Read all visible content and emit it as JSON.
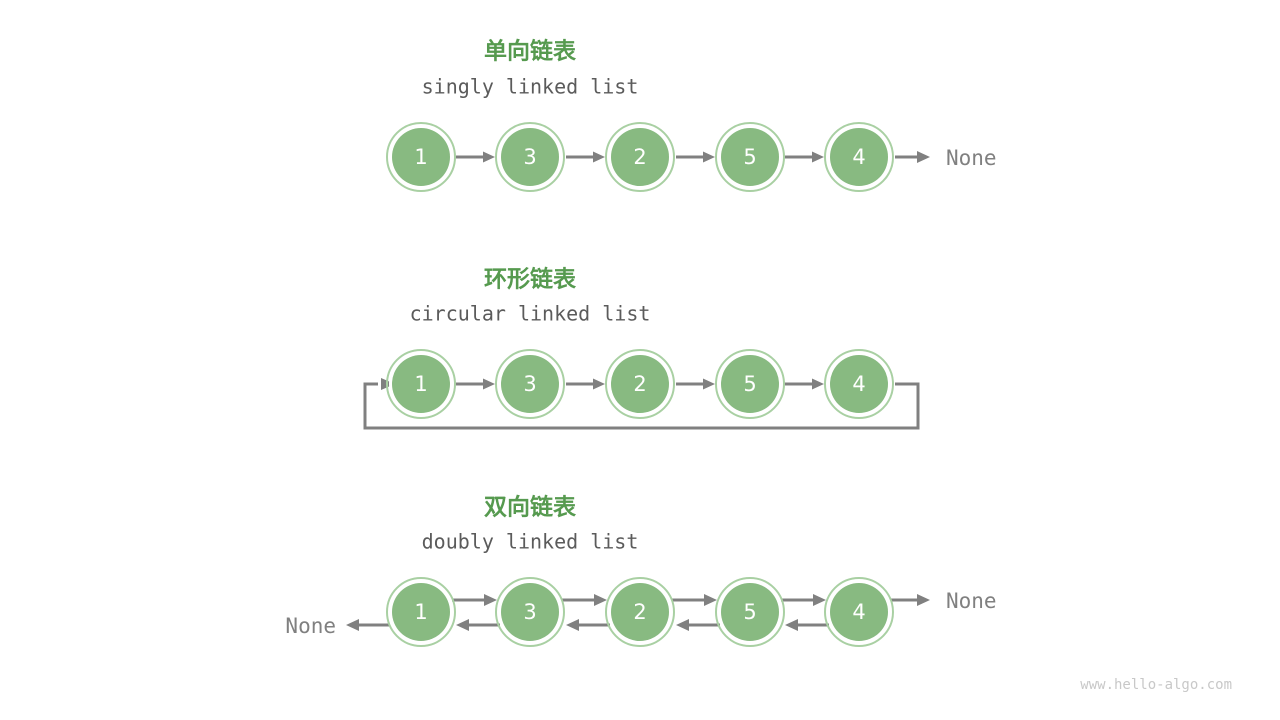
{
  "page": {
    "background_color": "#ffffff",
    "watermark": "www.hello-algo.com"
  },
  "palette": {
    "node_fill": "#88ba81",
    "node_ring": "#a9d0a3",
    "node_label": "#ffffff",
    "title_green": "#569a4f",
    "subtitle_gray": "#5b5b5b",
    "arrow_gray": "#808080",
    "none_gray": "#808080",
    "watermark_gray": "#c8c8c8"
  },
  "sections": [
    {
      "id": "singly",
      "title_cn": "单向链表",
      "title_en": "singly linked list",
      "nodes": [
        "1",
        "3",
        "2",
        "5",
        "4"
      ],
      "terminator_right": "None",
      "terminator_left": null,
      "has_backward_links": false,
      "is_circular": false
    },
    {
      "id": "circular",
      "title_cn": "环形链表",
      "title_en": "circular linked list",
      "nodes": [
        "1",
        "3",
        "2",
        "5",
        "4"
      ],
      "terminator_right": null,
      "terminator_left": null,
      "has_backward_links": false,
      "is_circular": true
    },
    {
      "id": "doubly",
      "title_cn": "双向链表",
      "title_en": "doubly linked list",
      "nodes": [
        "1",
        "3",
        "2",
        "5",
        "4"
      ],
      "terminator_right": "None",
      "terminator_left": "None",
      "has_backward_links": true,
      "is_circular": false
    }
  ]
}
